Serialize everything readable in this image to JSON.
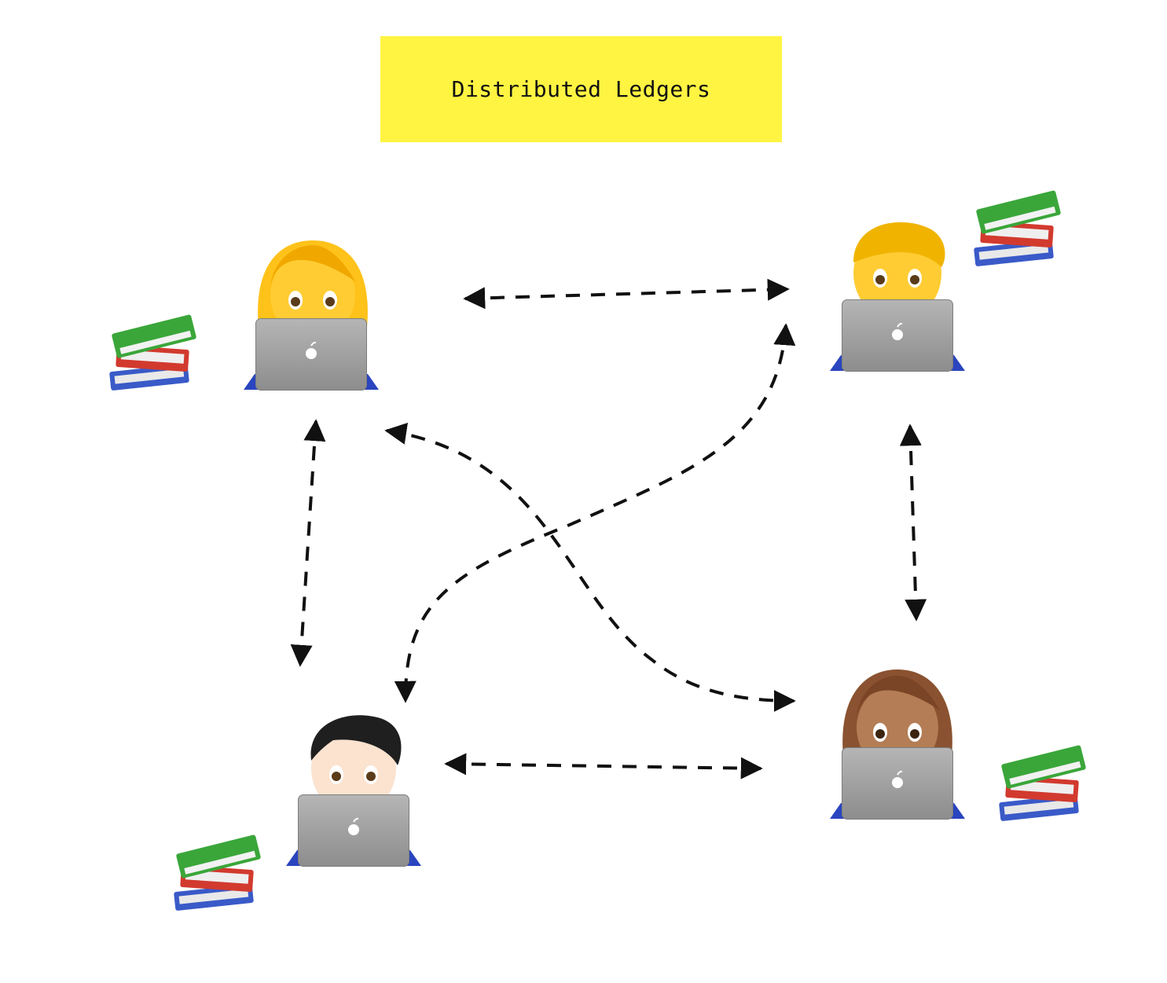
{
  "title": {
    "text": "Distributed Ledgers",
    "background": "#fff442"
  },
  "nodes": [
    {
      "id": "node-top-left",
      "icon": "woman-technologist-icon",
      "ledger": "books-icon"
    },
    {
      "id": "node-top-right",
      "icon": "man-technologist-icon",
      "ledger": "books-icon"
    },
    {
      "id": "node-bottom-left",
      "icon": "man-technologist-icon",
      "ledger": "books-icon"
    },
    {
      "id": "node-bottom-right",
      "icon": "woman-technologist-icon",
      "ledger": "books-icon"
    }
  ],
  "connections": [
    {
      "from": "node-top-left",
      "to": "node-top-right",
      "style": "dashed",
      "arrows": "both"
    },
    {
      "from": "node-bottom-left",
      "to": "node-bottom-right",
      "style": "dashed",
      "arrows": "both"
    },
    {
      "from": "node-top-left",
      "to": "node-bottom-left",
      "style": "dashed",
      "arrows": "both"
    },
    {
      "from": "node-top-right",
      "to": "node-bottom-right",
      "style": "dashed",
      "arrows": "both"
    },
    {
      "from": "node-top-left",
      "to": "node-bottom-right",
      "style": "dashed",
      "arrows": "both"
    },
    {
      "from": "node-top-right",
      "to": "node-bottom-left",
      "style": "dashed",
      "arrows": "both"
    }
  ],
  "colors": {
    "arrow": "#111111",
    "skin_yellow": "#ffcb2b",
    "skin_light": "#fbe3cf",
    "skin_brown": "#b47d55",
    "laptop": "#9a9a9a",
    "shirt": "#2a45bf",
    "book_green": "#3aa63a",
    "book_red": "#d23a2e",
    "book_blue": "#3a5ac8"
  }
}
